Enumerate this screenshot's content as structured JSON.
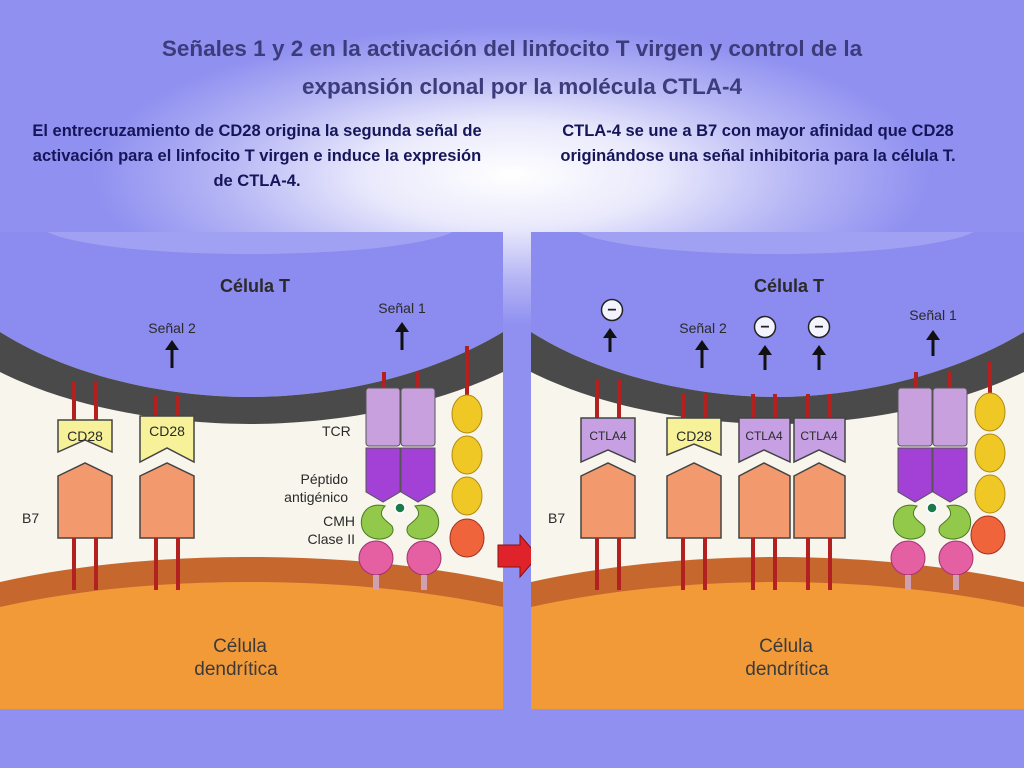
{
  "title": {
    "line1": "Señales 1 y 2 en la activación del linfocito T virgen y control de la",
    "line2": "expansión clonal por la molécula CTLA-4"
  },
  "captions": {
    "left": "El entrecruzamiento de CD28 origina la segunda señal de activación para el linfocito T virgen e induce la expresión de CTLA-4.",
    "right": "CTLA-4 se une a B7 con mayor afinidad que CD28 originándose una señal inhibitoria para la célula T."
  },
  "left_panel": {
    "t_cell": "Célula T",
    "dendritic_line1": "Célula",
    "dendritic_line2": "dendrítica",
    "signal2": "Señal 2",
    "signal1": "Señal 1",
    "tcr": "TCR",
    "b7": "B7",
    "peptide_line1": "Péptido",
    "peptide_line2": "antigénico",
    "mhc_line1": "CMH",
    "mhc_line2": "Clase II",
    "receptors": [
      "CD28",
      "CD28"
    ]
  },
  "right_panel": {
    "t_cell": "Célula T",
    "dendritic_line1": "Célula",
    "dendritic_line2": "dendrítica",
    "signal2": "Señal 2",
    "signal1": "Señal 1",
    "b7": "B7",
    "inhibit_symbol": "−",
    "receptors": [
      "CTLA4",
      "CD28",
      "CTLA4",
      "CTLA4"
    ]
  },
  "colors": {
    "background": "#8f90f0",
    "t_cell": "#8b8bf0",
    "membrane": "#4a4a4a",
    "dendritic": "#f29a38",
    "b7": "#f29a6e",
    "cd28": "#f7f29a",
    "ctla4": "#c6a0e2",
    "tcr_top": "#c8a0de",
    "tcr_bottom": "#a341d6",
    "mhc_green": "#93c94a",
    "mhc_pink": "#e55fa3",
    "cd3_yellow": "#f0c826",
    "arrow_red": "#e0232a"
  }
}
